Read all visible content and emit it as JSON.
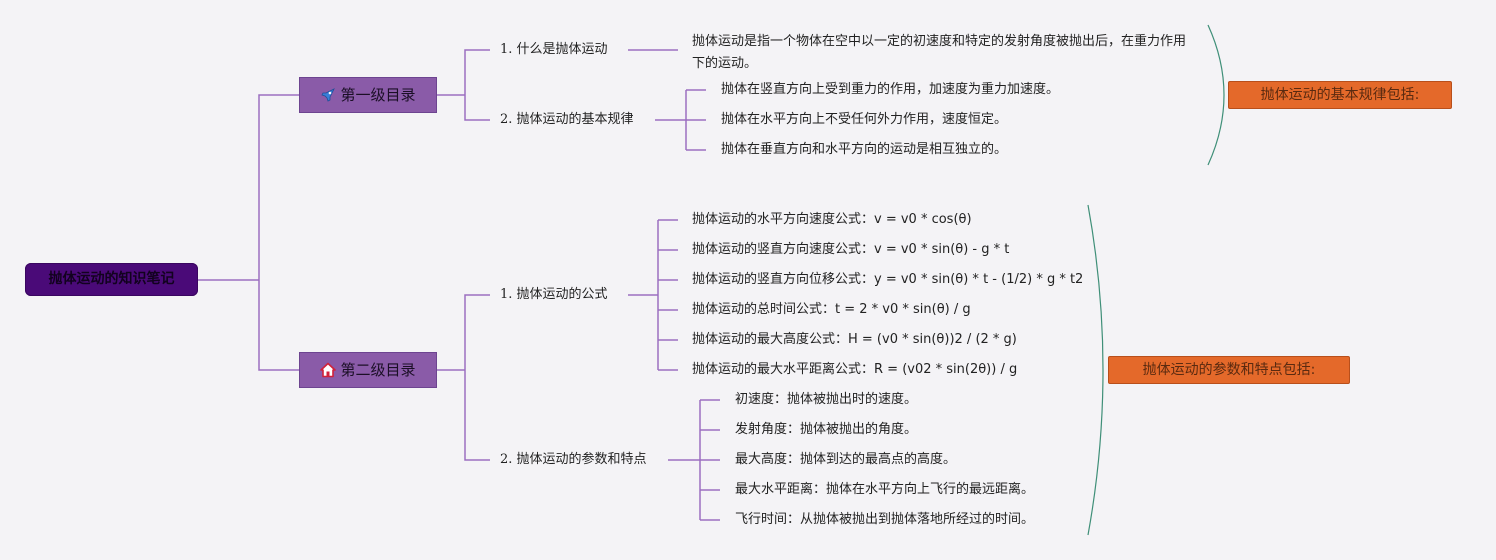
{
  "root": {
    "label": "抛体运动的知识笔记"
  },
  "branches": [
    {
      "label": "第一级目录",
      "icon": "rocket-icon",
      "topics": [
        {
          "label": "1. 什么是抛体运动",
          "items": [
            "抛体运动是指一个物体在空中以一定的初速度和特定的发射角度被抛出后，在重力作用下的运动。"
          ]
        },
        {
          "label": "2. 抛体运动的基本规律",
          "items": [
            "抛体在竖直方向上受到重力的作用，加速度为重力加速度。",
            "抛体在水平方向上不受任何外力作用，速度恒定。",
            "抛体在垂直方向和水平方向的运动是相互独立的。"
          ]
        }
      ],
      "summary": "抛体运动的基本规律包括:"
    },
    {
      "label": "第二级目录",
      "icon": "home-icon",
      "topics": [
        {
          "label": "1. 抛体运动的公式",
          "items": [
            "抛体运动的水平方向速度公式：v = v0 * cos(θ)",
            "抛体运动的竖直方向速度公式：v = v0 * sin(θ) - g * t",
            "抛体运动的竖直方向位移公式：y = v0 * sin(θ) * t - (1/2) * g * t2",
            "抛体运动的总时间公式：t = 2 * v0 * sin(θ) / g",
            "抛体运动的最大高度公式：H = (v0 * sin(θ))2 / (2 * g)",
            "抛体运动的最大水平距离公式：R = (v02 * sin(2θ)) / g"
          ]
        },
        {
          "label": "2. 抛体运动的参数和特点",
          "items": [
            "初速度：抛体被抛出时的速度。",
            "发射角度：抛体被抛出的角度。",
            "最大高度：抛体到达的最高点的高度。",
            "最大水平距离：抛体在水平方向上飞行的最远距离。",
            "飞行时间：从抛体被抛出到抛体落地所经过的时间。"
          ]
        }
      ],
      "summary": "抛体运动的参数和特点包括:"
    }
  ],
  "colors": {
    "connector": "#9b6fc0",
    "bracket": "#3f8f78",
    "root": "#4a0a78",
    "level1": "#8a5ba8",
    "summary": "#e4692a"
  }
}
